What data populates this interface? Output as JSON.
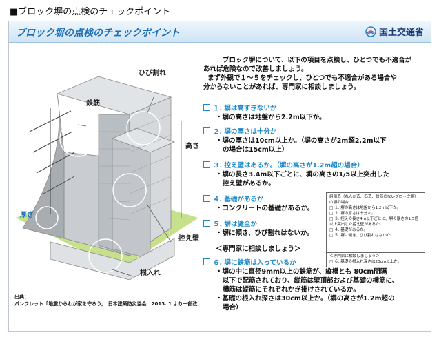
{
  "page_heading": "■ブロック塀の点検のチェックポイント",
  "slide_title": "ブロック塀の点検のチェックポイント",
  "ministry": "国土交通省",
  "intro": [
    "ブロック塀について、以下の項目を点検し、ひとつでも不適合が",
    "あれば危険なので改善しましょう。",
    "まず外観で１～５をチェックし、ひとつでも不適合がある場合や",
    "分からないことがあれば、専門家に相談しましょう。"
  ],
  "items": [
    {
      "title": "１. 塀は高すぎないか",
      "details": [
        "・塀の高さは地盤から2.2m以下か。"
      ]
    },
    {
      "title": "２. 塀の厚さは十分か",
      "details": [
        "・塀の厚さは10cm以上か。（塀の高さが2m超2.2m以下",
        "の場合は15cm以上）"
      ]
    },
    {
      "title": "３. 控え壁はあるか。（塀の高さが1.2m超の場合）",
      "details": [
        "・塀の長さ3.4m以下ごとに、塀の高さの1/5以上突出した",
        "控え壁があるか。"
      ]
    },
    {
      "title": "４. 基礎があるか",
      "details": [
        "・コンクリートの基礎があるか。"
      ]
    },
    {
      "title": "５. 塀は健全か",
      "details": [
        "・塀に傾き、ひび割れはないか。"
      ]
    },
    {
      "title": "６. 塀に鉄筋は入っているか",
      "details": [
        "・塀の中に直径9mm以上の鉄筋が、縦横とも 80cm間隔",
        "以下で配筋されており、縦筋は壁頂部および基礎の横筋に、",
        "横筋は縦筋にそれぞれかぎ掛けされているか。",
        "・基礎の根入れ深さは30cm以上か。（塀の高さが1.2m超の",
        "場合）"
      ]
    }
  ],
  "consult": "＜専門家に相談しましょう＞",
  "checklist": {
    "heading": "組積造（れんが造、石造、鉄筋のないブロック塀）の塀の場合",
    "lines": [
      "□ １. 塀の高さは地盤から1.2m以下か。",
      "□ ２. 塀の厚さは十分か。",
      "□ ３. 控えの長さ4m以下ごとに、塀の厚さの1.5倍以上突出した控え壁があるか。",
      "□ ４. 基礎があるか。",
      "□ ５. 塀に傾き、ひび割れはないか。"
    ],
    "consult": "＜専門家に相談しましょう＞",
    "extra": "□ ６. 基礎の根入れ深さは20cm以上か。"
  },
  "diagram_labels": {
    "crack": "ひび割れ",
    "rebar": "鉄筋",
    "height": "高さ",
    "thickness": "厚さ",
    "buttress": "控え壁",
    "embed": "根入れ"
  },
  "source": [
    "出典：",
    "パンフレット「地震からわが家を守ろう」 日本建築防災協会　2013. 1 より一部改"
  ],
  "colors": {
    "accent": "#1e88c8",
    "title": "#1e6fb6",
    "ground": "#c7e08c"
  }
}
